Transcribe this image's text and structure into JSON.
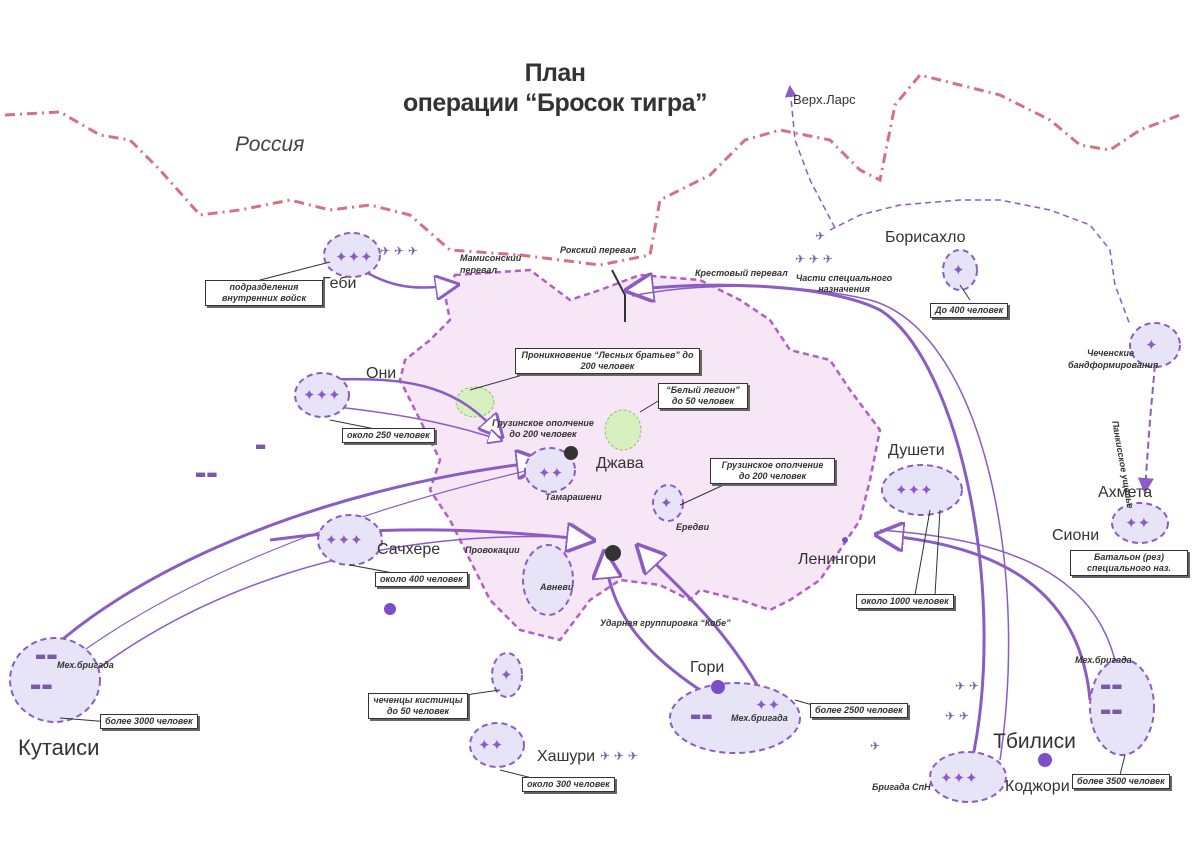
{
  "title_line1": "План",
  "title_line2": "операции “Бросок тигра”",
  "labels": {
    "russia": "Россия",
    "verkh_lars": "Верх.Ларс",
    "borisakhlo": "Борисахло",
    "mamison": "Мамисонский перевал",
    "roki": "Рокский перевал",
    "krestovy": "Крестовый перевал",
    "gebi": "Геби",
    "oni": "Они",
    "dzhava": "Джава",
    "tamarasheni": "Тамарашени",
    "eredvi": "Ередви",
    "provocations": "Провокации",
    "avnevi": "Авневи",
    "sachkhere": "Сачхере",
    "dusheti": "Душети",
    "leningori": "Ленингори",
    "akhmeta": "Ахмета",
    "sioni": "Сиони",
    "pankisi": "Панкисское ущелье",
    "gori": "Гори",
    "khashuri": "Хашури",
    "kutaisi": "Кутаиси",
    "tbilisi": "Тбилиси",
    "kodzhori": "Коджори",
    "brigade_spn": "Бригада СпН",
    "mech_brigade": "Мех.бригада",
    "chechen_formations": "Чеченские бандформирования",
    "georgian_militia_1": "Грузинское ополчение до 200 человек",
    "strike_group": "Ударная группировка “Кобе”"
  },
  "boxes": {
    "internal_troops": "подразделения внутренних войск",
    "special_units": "Части специального назначения",
    "up_to_400": "До 400 человек",
    "forest_brothers": "Проникновение “Лесных братьев” до 200 человек",
    "white_legion": "“Белый легион” до 50 человек",
    "about_250": "около 250 человек",
    "georgian_militia_2": "Грузинское ополчение до 200 человек",
    "about_400": "около 400 человек",
    "about_1000": "около 1000 человек",
    "battalion": "Батальон (рез) специального наз.",
    "more_3000": "более 3000 человек",
    "chechens_kistins": "чеченцы кистинцы до 50 человек",
    "more_2500": "более 2500 человек",
    "about_300": "около 300 человек",
    "more_3500": "более 3500 человек"
  },
  "colors": {
    "border_line": "#d9707f",
    "zone_fill": "#f7e6f6",
    "zone_stroke": "#b25ec4",
    "arrow": "#8b5cc4",
    "group_fill": "#e8e4f7",
    "green_fill": "#d8efc0",
    "city_dot": "#7a4fc8"
  }
}
